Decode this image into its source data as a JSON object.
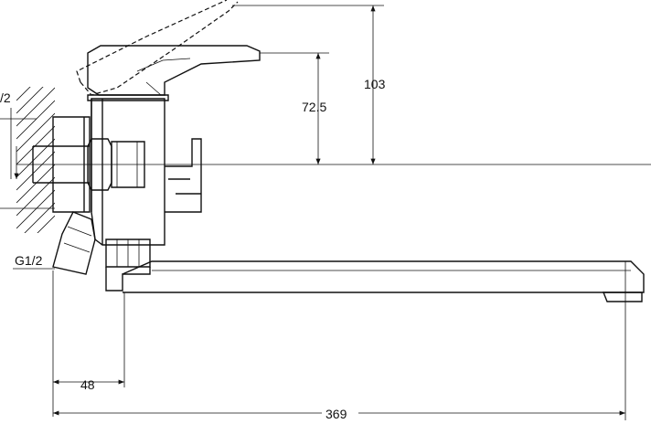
{
  "dimensions": {
    "total_height": "103",
    "handle_height": "72.5",
    "offset_width": "48",
    "spout_length": "369",
    "inlet_thread": "G1/2",
    "left_thread_partial": "/2"
  }
}
